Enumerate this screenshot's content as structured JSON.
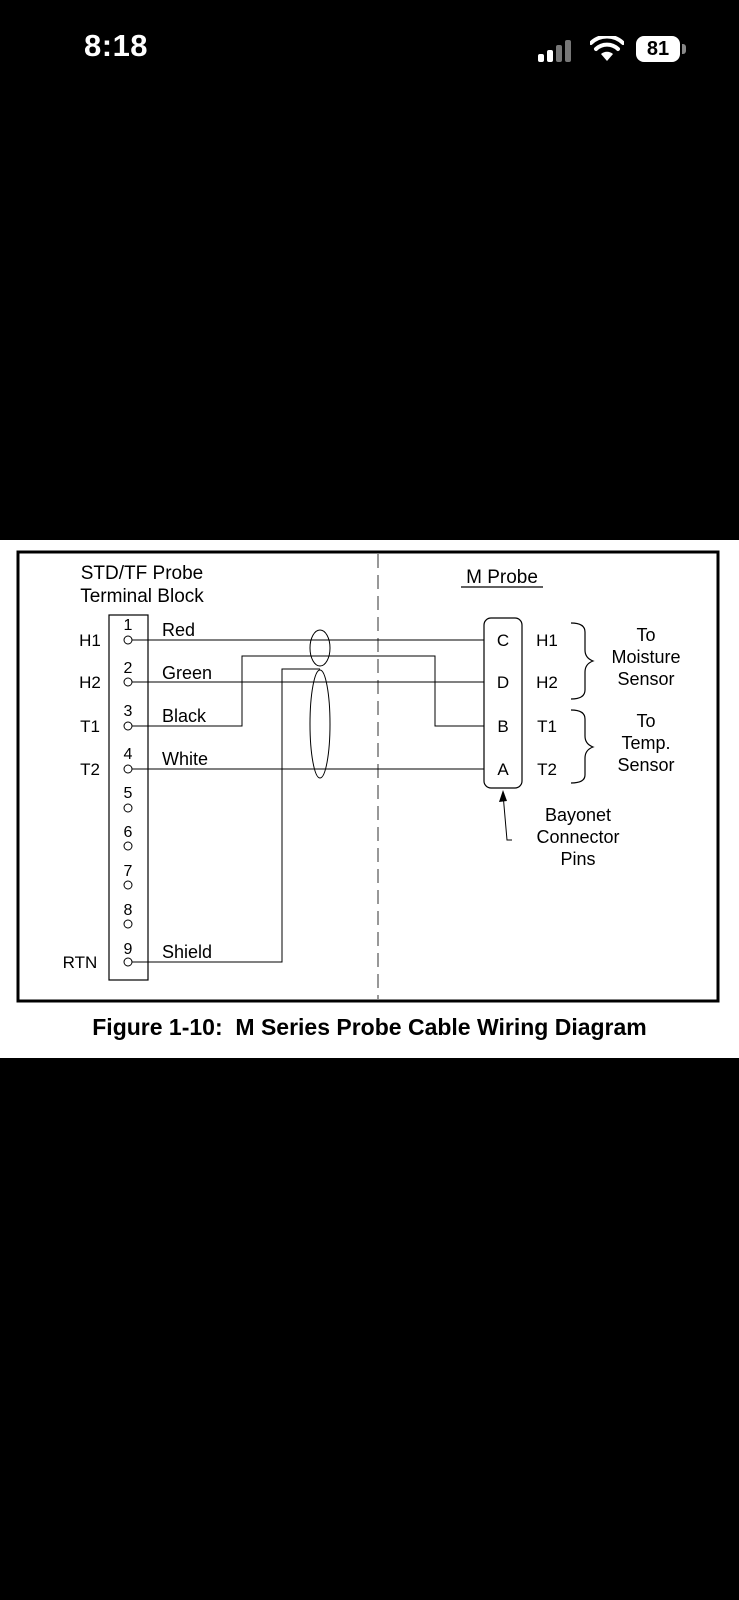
{
  "status_bar": {
    "time": "8:18",
    "battery": "81"
  },
  "diagram": {
    "left_title_1": "STD/TF Probe",
    "left_title_2": "Terminal Block",
    "right_title": "M Probe",
    "terminal_signals": [
      "H1",
      "H2",
      "T1",
      "T2",
      "RTN"
    ],
    "terminal_numbers": [
      "1",
      "2",
      "3",
      "4",
      "5",
      "6",
      "7",
      "8",
      "9"
    ],
    "wire_colors": [
      "Red",
      "Green",
      "Black",
      "White",
      "Shield"
    ],
    "connector_pins": [
      "C",
      "D",
      "B",
      "A"
    ],
    "probe_signals": [
      "H1",
      "H2",
      "T1",
      "T2"
    ],
    "moisture_group": [
      "To",
      "Moisture",
      "Sensor"
    ],
    "temp_group": [
      "To",
      "Temp.",
      "Sensor"
    ],
    "bayonet_label": [
      "Bayonet",
      "Connector",
      "Pins"
    ]
  },
  "caption": "Figure 1-10:  M Series Probe Cable Wiring Diagram"
}
